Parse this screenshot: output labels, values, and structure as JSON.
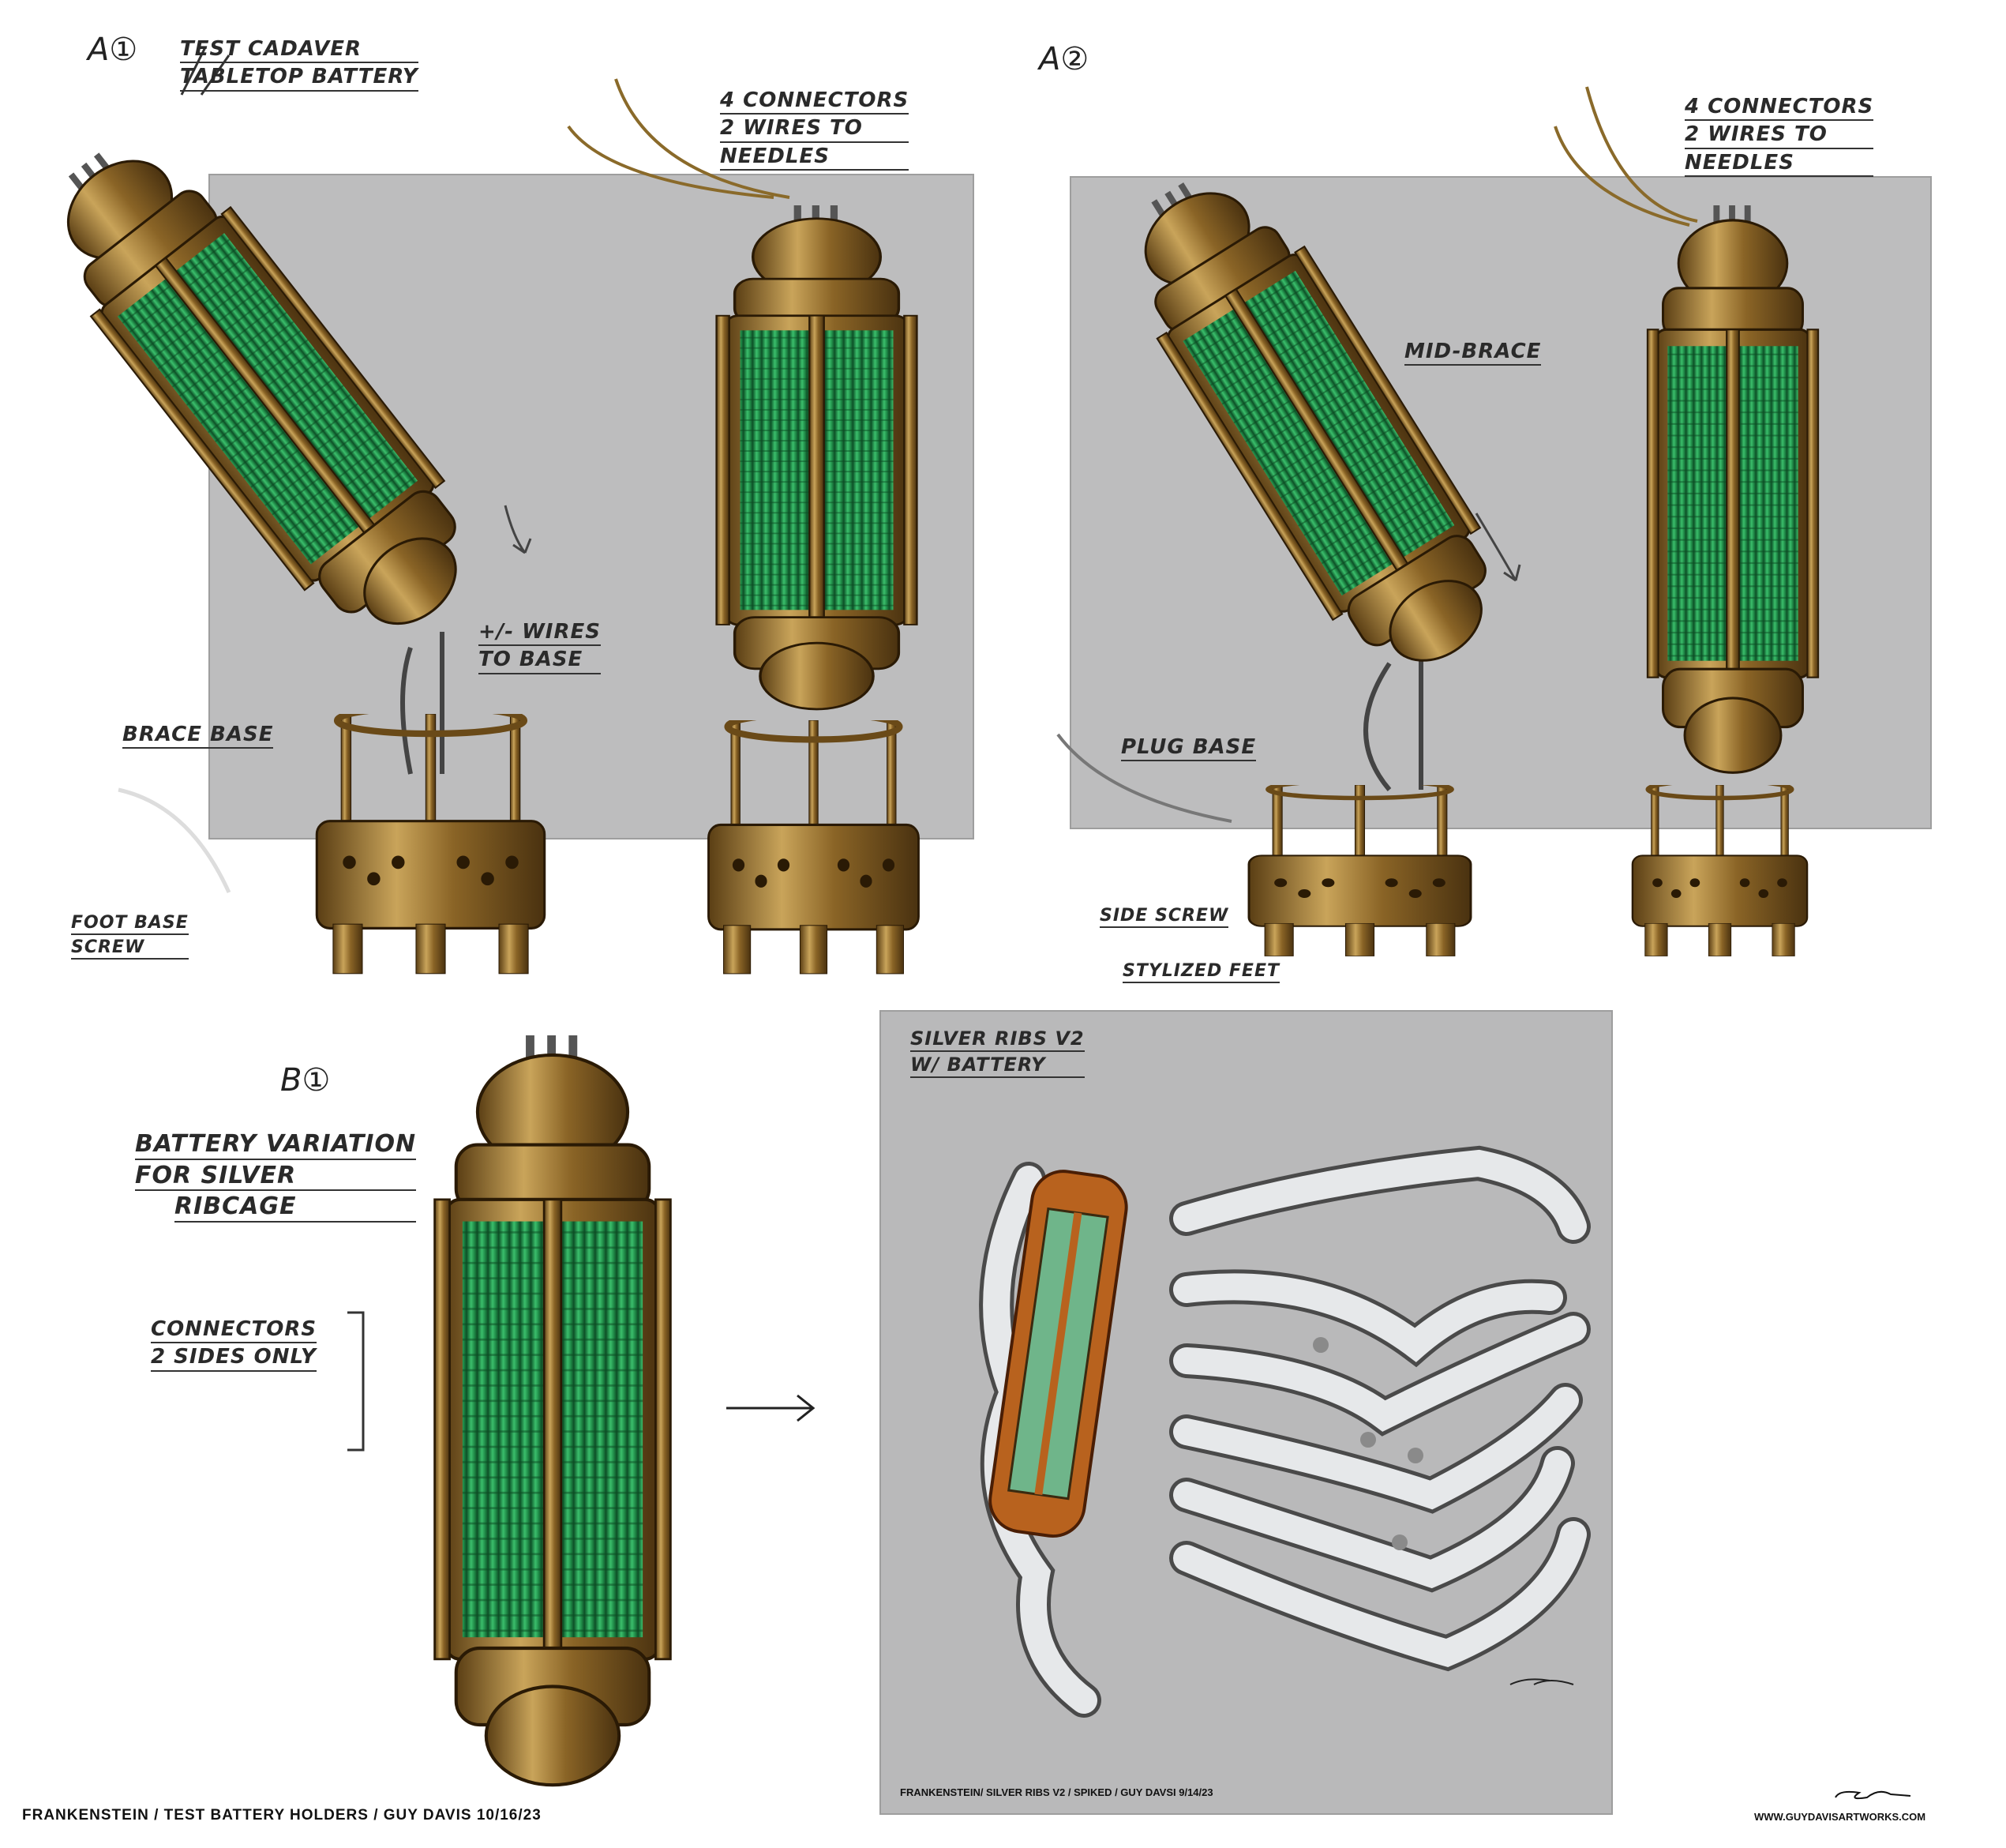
{
  "sheet": {
    "caption": "FRANKENSTEIN / TEST BATTERY HOLDERS / GUY DAVIS 10/16/23",
    "website": "WWW.GUYDAVISARTWORKS.COM"
  },
  "section_a1": {
    "tag": "A①",
    "title_lines": [
      "TEST CADAVER",
      "TABLETOP BATTERY"
    ],
    "connectors_note": [
      "4 CONNECTORS",
      "2 WIRES TO",
      "NEEDLES"
    ],
    "wires_note": [
      "+/- WIRES",
      "TO BASE"
    ],
    "brace_base": "BRACE BASE",
    "foot_base_screw": [
      "FOOT BASE",
      "SCREW"
    ]
  },
  "section_a2": {
    "tag": "A②",
    "connectors_note": [
      "4 CONNECTORS",
      "2 WIRES TO",
      "NEEDLES"
    ],
    "mid_brace": "MID-BRACE",
    "plug_base": "PLUG BASE",
    "side_screw": "SIDE SCREW",
    "stylized_feet": "STYLIZED FEET"
  },
  "section_b1": {
    "tag": "B①",
    "title_lines": [
      "BATTERY VARIATION",
      "FOR SILVER",
      "RIBCAGE"
    ],
    "connectors_note": [
      "CONNECTORS",
      "2 SIDES ONLY"
    ]
  },
  "ribs_panel": {
    "title_lines": [
      "SILVER RIBS V2",
      "W/ BATTERY"
    ],
    "caption": "FRANKENSTEIN/ SILVER RIBS V2 / SPIKED / GUY DAVSI 9/14/23"
  },
  "colors": {
    "brass": "#a8843e",
    "glass": "#2f9a55",
    "panel": "#bdbdbe",
    "bone": "#e6e8ea"
  }
}
